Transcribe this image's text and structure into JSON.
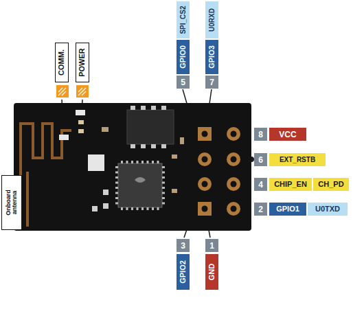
{
  "diagram": {
    "labels": [
      "COMM.",
      "POWER",
      "SPI_CS2",
      "GPIO0",
      "5",
      "U0RXD",
      "GPIO3",
      "7",
      "8",
      "VCC",
      "6",
      "EXT_RSTB",
      "4",
      "CHIP_EN",
      "CH_PD",
      "Onboard antenna",
      "2",
      "GPIO1",
      "U0TXD",
      "3",
      "GPIO2",
      "1",
      "GND"
    ]
  }
}
